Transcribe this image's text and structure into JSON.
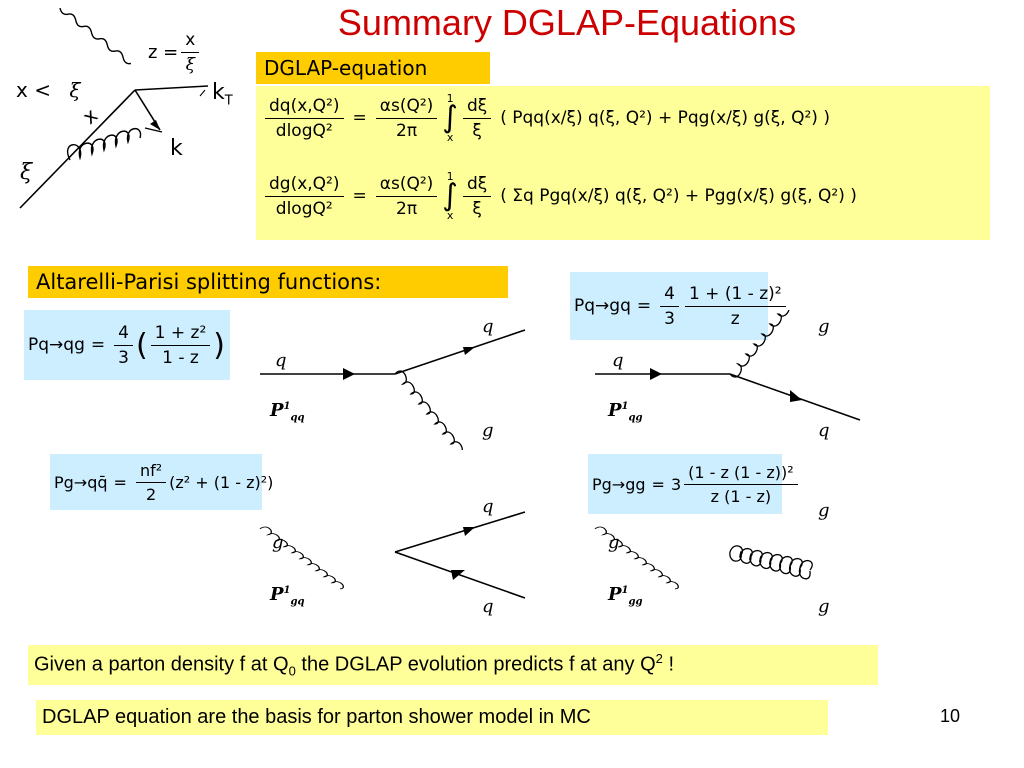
{
  "slide": {
    "title": "Summary DGLAP-Equations",
    "page_number": "10"
  },
  "kinematics": {
    "z_label": "z =",
    "z_num": "x",
    "z_den": "ξ",
    "x_lt": "x <",
    "xi": "ξ",
    "kT": "k",
    "kT_sub": "T",
    "k": "k",
    "x": "x",
    "xi_bottom": "ξ"
  },
  "dglap": {
    "label": "DGLAP-equation",
    "eq1_lhs_num": "dq(x,Q²)",
    "eq1_lhs_den": "dlogQ²",
    "eq1_coef_num": "αs(Q²)",
    "eq1_coef_den": "2π",
    "eq1_int": "∫",
    "eq1_int_top": "1",
    "eq1_int_bot": "x",
    "eq1_dxi_num": "dξ",
    "eq1_dxi_den": "ξ",
    "eq1_body": "( Pqq(x/ξ) q(ξ, Q²) + Pqg(x/ξ) g(ξ, Q²) )",
    "eq2_lhs_num": "dg(x,Q²)",
    "eq2_lhs_den": "dlogQ²",
    "eq2_coef_num": "αs(Q²)",
    "eq2_coef_den": "2π",
    "eq2_int": "∫",
    "eq2_int_top": "1",
    "eq2_int_bot": "x",
    "eq2_dxi_num": "dξ",
    "eq2_dxi_den": "ξ",
    "eq2_body": "( Σq Pgq(x/ξ) q(ξ, Q²) + Pgg(x/ξ) g(ξ, Q²) )"
  },
  "splitting": {
    "label": "Altarelli-Parisi splitting functions:",
    "pqq": {
      "lhs": "Pq→qg",
      "coef_num": "4",
      "coef_den": "3",
      "num": "1 + z²",
      "den": "1 - z"
    },
    "pgq": {
      "lhs": "Pq→gq",
      "coef_num": "4",
      "coef_den": "3",
      "num": "1 + (1 - z)²",
      "den": "z"
    },
    "pqqbar": {
      "lhs": "Pg→qq̄",
      "coef_num": "nf²",
      "coef_den": "2",
      "body": "(z² + (1 - z)²)"
    },
    "pgg": {
      "lhs": "Pg→gg",
      "coef": "3",
      "num": "(1 - z (1 - z))²",
      "den": "z (1 - z)"
    }
  },
  "diagrams": {
    "d1": {
      "in": "q",
      "out_top": "q",
      "out_bot": "g",
      "label": "P",
      "label_sup": "1",
      "label_sub": "qq"
    },
    "d2": {
      "in": "q",
      "out_top": "g",
      "out_bot": "q",
      "label": "P",
      "label_sup": "1",
      "label_sub": "qg"
    },
    "d3": {
      "in": "g",
      "out_top": "q",
      "out_bot": "q",
      "label": "P",
      "label_sup": "1",
      "label_sub": "gq"
    },
    "d4": {
      "in": "g",
      "out_top": "g",
      "out_bot": "g",
      "label": "P",
      "label_sup": "1",
      "label_sub": "gg"
    }
  },
  "notes": {
    "note1_a": "Given a parton density f at Q",
    "note1_sub": "0",
    "note1_b": " the DGLAP evolution  predicts f at any Q",
    "note1_sup": "2",
    "note1_c": " !",
    "note2": "DGLAP equation are the basis for parton shower model in MC"
  },
  "colors": {
    "title": "#cc0000",
    "label_box": "#ffcc00",
    "equation_box": "#ffff99",
    "splitting_box": "#cceeff"
  }
}
